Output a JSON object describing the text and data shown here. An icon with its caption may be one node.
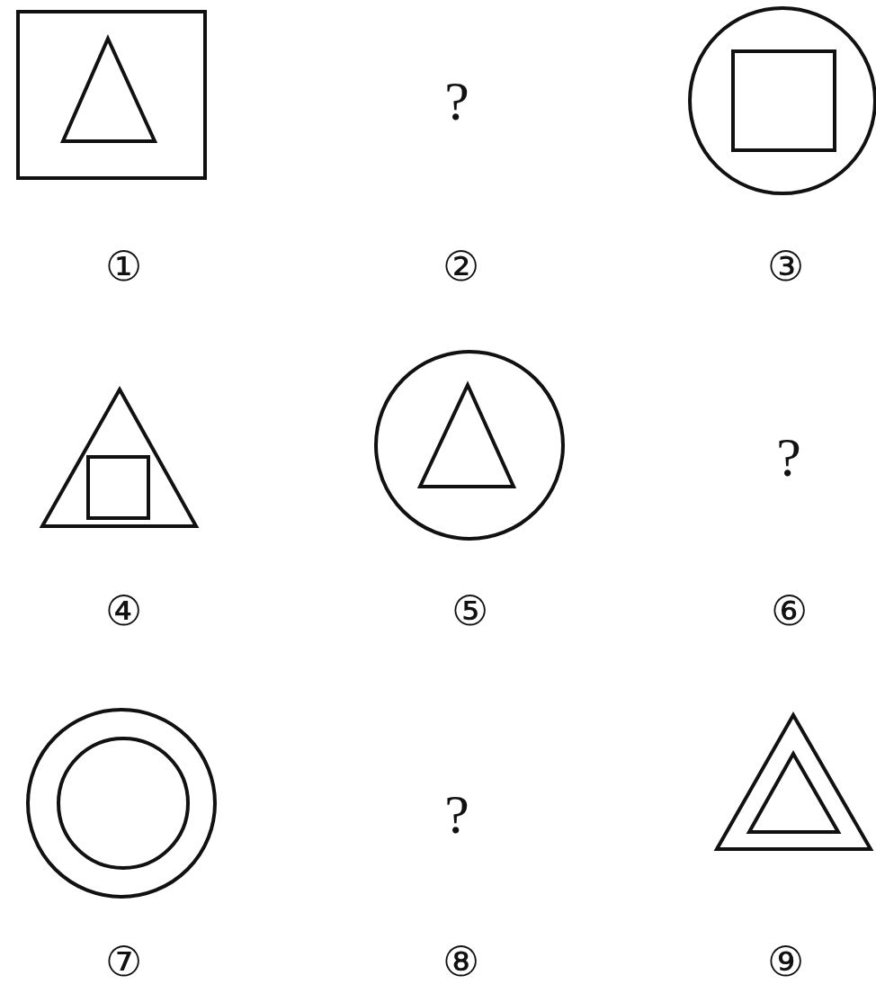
{
  "diagram": {
    "labels": [
      "?",
      "①",
      "②",
      "③",
      "?",
      "④",
      "⑤",
      "⑥",
      "?",
      "⑦",
      "⑧",
      "⑨"
    ]
  }
}
